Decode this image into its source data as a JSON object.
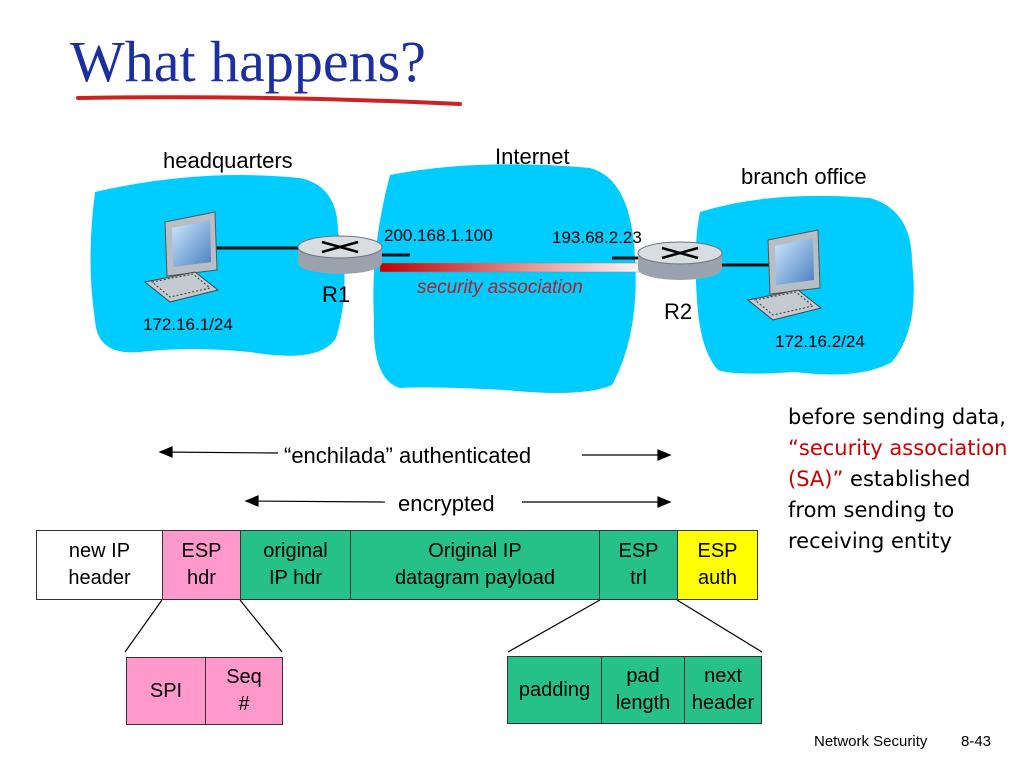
{
  "title": "What happens?",
  "network": {
    "hq_label": "headquarters",
    "internet_label": "Internet",
    "branch_label": "branch office",
    "r1_label": "R1",
    "r2_label": "R2",
    "ip_r1": "200.168.1.100",
    "ip_r2": "193.68.2.23",
    "subnet_hq": "172.16.1/24",
    "subnet_branch": "172.16.2/24",
    "sa_label": "security association"
  },
  "spans": {
    "authenticated": "“enchilada” authenticated",
    "encrypted": "encrypted"
  },
  "packet": {
    "new_ip": "new IP\nheader",
    "esp_hdr": "ESP\nhdr",
    "orig_ip_hdr": "original\nIP hdr",
    "payload": "Original IP\ndatagram payload",
    "esp_trl": "ESP\ntrl",
    "esp_auth": "ESP\nauth"
  },
  "header_detail": {
    "spi": "SPI",
    "seq": "Seq\n#"
  },
  "trailer_detail": {
    "padding": "padding",
    "pad_length": "pad\nlength",
    "next_header": "next\nheader"
  },
  "note": {
    "part1": "before sending data, ",
    "highlight": "“security association (SA)”",
    "part2": " established from sending to receiving entity"
  },
  "footer": {
    "course": "Network Security",
    "page": "8-43"
  },
  "colors": {
    "cloud": "#00ccff",
    "title": "#1c2fa0",
    "green": "#26c08a",
    "pink": "#ff99cc",
    "yellow": "#ffff00",
    "sa_text": "#b52020"
  }
}
